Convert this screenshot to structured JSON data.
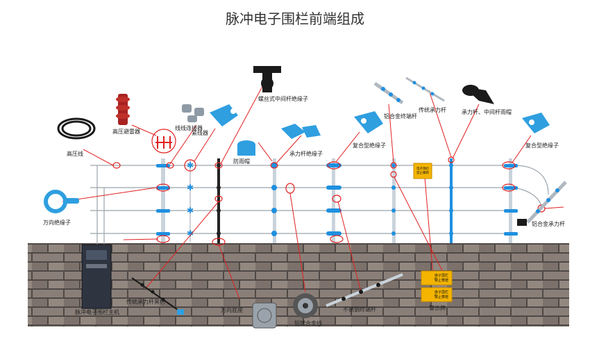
{
  "title": "脉冲电子围栏前端组成",
  "labels": {
    "high_voltage_wire": "高压线",
    "lightning_arrester": "高压避雷器",
    "wire_connector": "线线连接器",
    "tensioner": "紧线器",
    "screw_insulator": "螺丝式中间杆绝缘子",
    "rain_cap": "防雨帽",
    "tension_insulator": "承力杆绝缘子",
    "composite_insulator_1": "复合型绝缘子",
    "aluminum_end_pole": "铝合金终端杆",
    "traditional_pole": "传统承力杆",
    "pole_rain_cap": "承力杆、中间杆雨帽",
    "composite_insulator_2": "复合型绝缘子",
    "universal_insulator": "万向绝缘子",
    "aluminum_tension_pole": "铝合金承力杆",
    "host": "脉冲电子围栏主机",
    "traditional_pole_black": "传统承力杆黑色",
    "universal_base": "万向底座",
    "alloy_wire": "铝镁合金线",
    "steel_end_pole": "不锈钢终端杆",
    "warning_sign": "警示牌"
  },
  "sign_text": {
    "line1": "电子围栏",
    "line2": "禁止攀爬"
  },
  "colors": {
    "title": "#333333",
    "blue": "#1e90e0",
    "red": "#e02020",
    "wire": "#9aa3ab",
    "brick_bg": "#5a5350",
    "sign": "#f4b400"
  }
}
